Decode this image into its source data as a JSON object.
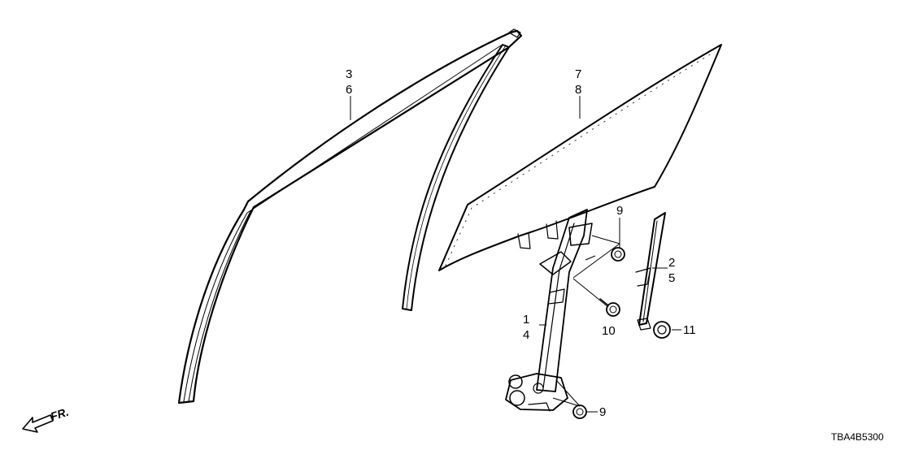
{
  "diagram": {
    "callouts": {
      "c3": "3",
      "c6": "6",
      "c7": "7",
      "c8": "8",
      "c9a": "9",
      "c9b": "9",
      "c2": "2",
      "c5": "5",
      "c1": "1",
      "c4": "4",
      "c10": "10",
      "c11": "11"
    },
    "direction_label": "FR.",
    "drawing_code": "TBA4B5300"
  }
}
